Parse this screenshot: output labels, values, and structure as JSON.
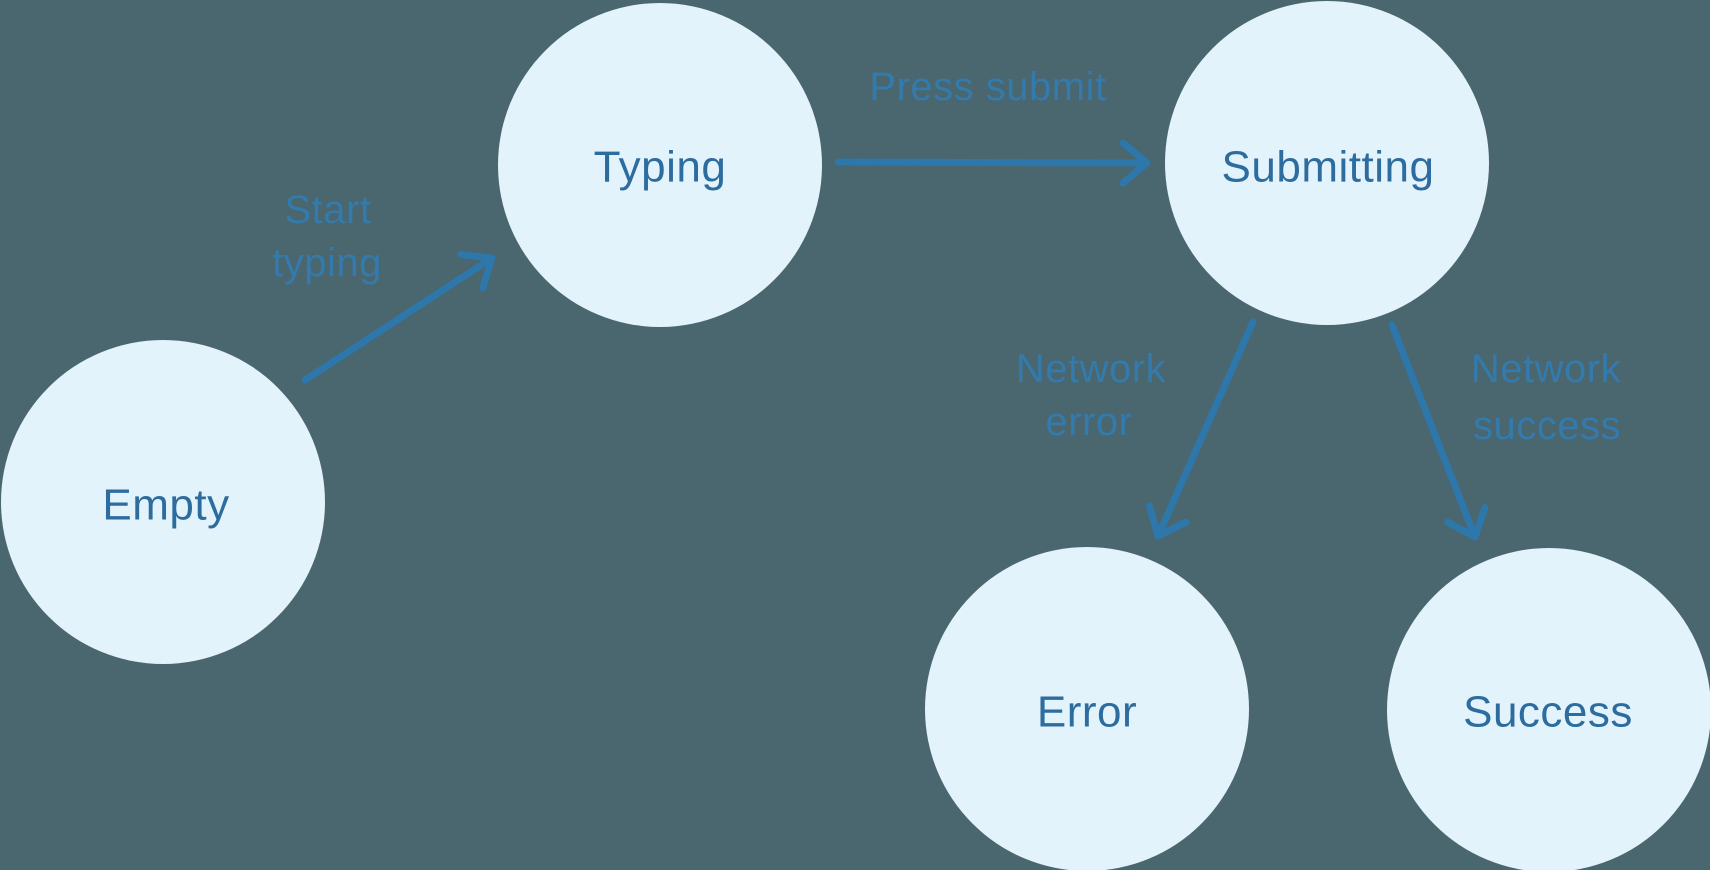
{
  "diagram": {
    "type": "state-machine",
    "background_color": "#4A666E",
    "node_fill_color": "#E3F3FC",
    "node_text_color": "#2D6C9E",
    "arrow_color": "#2E77AB",
    "label_color": "#337AAD",
    "states": [
      {
        "id": "empty",
        "label": "Empty"
      },
      {
        "id": "typing",
        "label": "Typing"
      },
      {
        "id": "submitting",
        "label": "Submitting"
      },
      {
        "id": "error",
        "label": "Error"
      },
      {
        "id": "success",
        "label": "Success"
      }
    ],
    "transitions": [
      {
        "from": "Empty",
        "to": "Typing",
        "label": "Start typing",
        "label_lines": [
          "Start",
          "typing"
        ]
      },
      {
        "from": "Typing",
        "to": "Submitting",
        "label": "Press submit",
        "label_lines": [
          "Press submit"
        ]
      },
      {
        "from": "Submitting",
        "to": "Error",
        "label": "Network error",
        "label_lines": [
          "Network",
          "error"
        ]
      },
      {
        "from": "Submitting",
        "to": "Success",
        "label": "Network success",
        "label_lines": [
          "Network",
          "success"
        ]
      }
    ]
  }
}
